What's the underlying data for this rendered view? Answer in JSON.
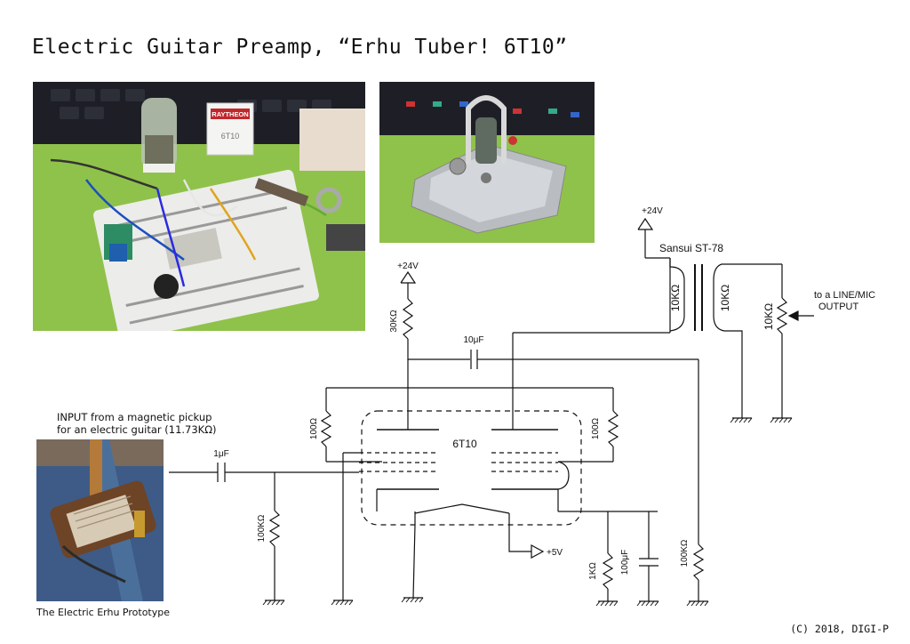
{
  "title": "Electric Guitar Preamp, “Erhu Tuber! 6T10”",
  "input_label_line1": "INPUT from a magnetic pickup",
  "input_label_line2": "for an electric guitar (11.73KΩ)",
  "erhu_caption": "The Electric Erhu Prototype",
  "copyright": "(C) 2018, DIGI-P",
  "photos": {
    "breadboard_badge": "RAYTHEON",
    "breadboard_tube": "6T10"
  },
  "schematic": {
    "supply_1": "+24V",
    "supply_2": "+24V",
    "filament_supply": "+5V",
    "tube": "6T10",
    "transformer": "Sansui ST-78",
    "output_label_line1": "to a LINE/MIC",
    "output_label_line2": "OUTPUT",
    "components": {
      "r_plate": "30KΩ",
      "c_coupling": "10μF",
      "r_left": "100Ω",
      "r_right": "100Ω",
      "c_input": "1μF",
      "r_grid": "100KΩ",
      "r_cathode": "1KΩ",
      "c_cathode": "100μF",
      "r_load": "100KΩ",
      "xfmr_primary": "10KΩ",
      "xfmr_secondary": "10KΩ",
      "pot_output": "10KΩ"
    }
  },
  "colors": {
    "desk_green": "#8fc24a",
    "keyboard_dark": "#1e1f26",
    "metal": "#b9bdc2",
    "erhu_blue": "#3d5b86"
  }
}
